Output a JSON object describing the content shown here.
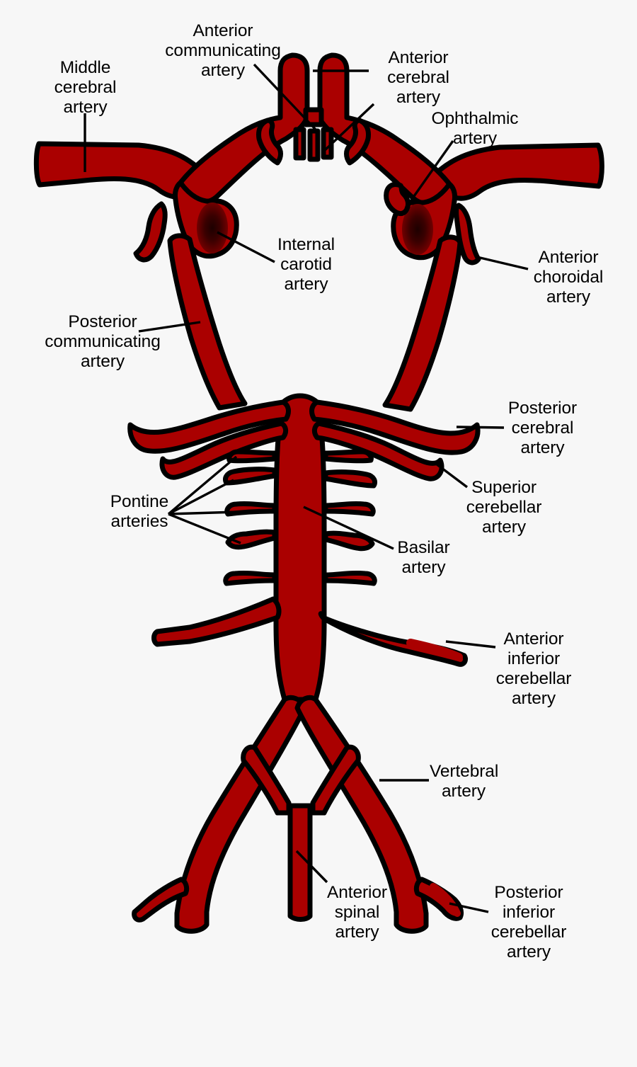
{
  "figure": {
    "title": "Circle of Willis arterial diagram",
    "background_color": "#f7f7f7",
    "vessel_fill_color": "#aa0000",
    "vessel_outline_color": "#000000",
    "cross_section_color": "#3a0000"
  },
  "labels": {
    "middle_cerebral_artery": "Middle\ncerebral\nartery",
    "anterior_communicating_artery": "Anterior\ncommunicating\nartery",
    "anterior_cerebral_artery": "Anterior\ncerebral\nartery",
    "ophthalmic_artery": "Ophthalmic\nartery",
    "internal_carotid_artery": "Internal\ncarotid\nartery",
    "anterior_choroidal_artery": "Anterior\nchoroidal\nartery",
    "posterior_communicating_artery": "Posterior\ncommunicating\nartery",
    "posterior_cerebral_artery": "Posterior\ncerebral\nartery",
    "superior_cerebellar_artery": "Superior\ncerebellar\nartery",
    "pontine_arteries": "Pontine\narteries",
    "basilar_artery": "Basilar\nartery",
    "anterior_inferior_cerebellar_artery": "Anterior\ninferior\ncerebellar\nartery",
    "vertebral_artery": "Vertebral\nartery",
    "anterior_spinal_artery": "Anterior\nspinal\nartery",
    "posterior_inferior_cerebellar_artery": "Posterior\ninferior\ncerebellar\nartery"
  },
  "structures": [
    {
      "name": "middle-cerebral-artery",
      "side": "bilateral",
      "count": 2
    },
    {
      "name": "anterior-cerebral-artery",
      "side": "bilateral",
      "count": 2
    },
    {
      "name": "anterior-communicating-artery",
      "side": "midline",
      "count": 1
    },
    {
      "name": "medial-striate-branches",
      "side": "midline",
      "count": 3
    },
    {
      "name": "ophthalmic-artery",
      "side": "bilateral",
      "count": 2
    },
    {
      "name": "internal-carotid-artery",
      "side": "bilateral",
      "count": 2
    },
    {
      "name": "anterior-choroidal-artery",
      "side": "bilateral",
      "count": 2
    },
    {
      "name": "posterior-communicating-artery",
      "side": "bilateral",
      "count": 2
    },
    {
      "name": "posterior-cerebral-artery",
      "side": "bilateral",
      "count": 2
    },
    {
      "name": "superior-cerebellar-artery",
      "side": "bilateral",
      "count": 2
    },
    {
      "name": "pontine-arteries",
      "side": "bilateral",
      "count": 10
    },
    {
      "name": "basilar-artery",
      "side": "midline",
      "count": 1
    },
    {
      "name": "anterior-inferior-cerebellar-artery",
      "side": "bilateral",
      "count": 2
    },
    {
      "name": "vertebral-artery",
      "side": "bilateral",
      "count": 2
    },
    {
      "name": "anterior-spinal-artery",
      "side": "midline",
      "count": 1
    },
    {
      "name": "posterior-inferior-cerebellar-artery",
      "side": "bilateral",
      "count": 2
    }
  ]
}
